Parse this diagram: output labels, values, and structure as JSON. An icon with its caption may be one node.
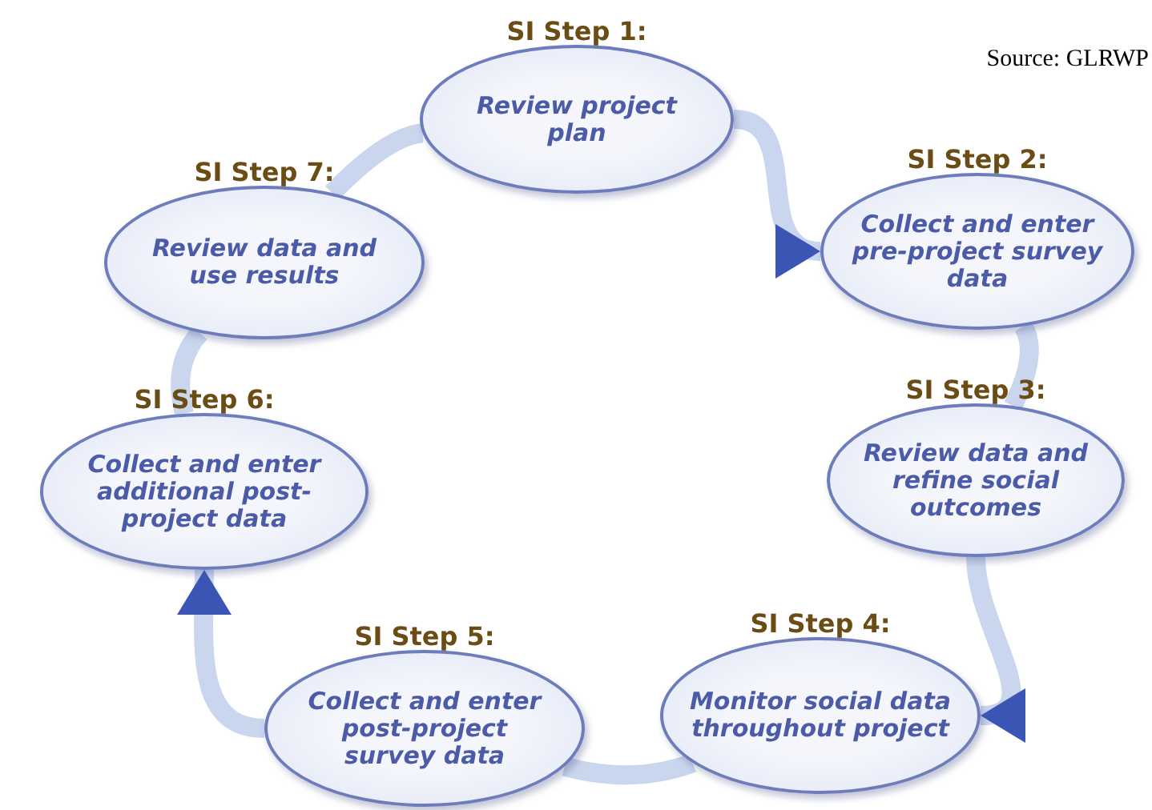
{
  "diagram": {
    "nodes": [
      {
        "text": [
          "SI Step 1:",
          "Review project plan"
        ]
      },
      {
        "text": [
          "SI Step 2:",
          "Collect and enter pre-project survey data"
        ]
      },
      {
        "text": [
          "SI Step 3:",
          "Review data and refine social outcomes"
        ]
      },
      {
        "text": [
          "SI Step 4:",
          "Monitor social data throughout project"
        ]
      },
      {
        "text": [
          "SI Step 5:",
          "Collect and enter post-project survey data"
        ]
      },
      {
        "text": [
          "SI Step 6:",
          "Collect and enter additional post-project data"
        ]
      },
      {
        "text": [
          "SI Step 7:",
          "Review data and use results"
        ]
      }
    ],
    "edges": [
      {
        "from": 0,
        "to": 1,
        "arrow": "to"
      },
      {
        "from": 1,
        "to": 2,
        "arrow": "none"
      },
      {
        "from": 2,
        "to": 3,
        "arrow": "to"
      },
      {
        "from": 3,
        "to": 4,
        "arrow": "none"
      },
      {
        "from": 4,
        "to": 5,
        "arrow": "to"
      },
      {
        "from": 5,
        "to": 6,
        "arrow": "none"
      },
      {
        "from": 6,
        "to": 0,
        "arrow": "none"
      }
    ],
    "labels": [
      "Source: GLRWP"
    ]
  }
}
